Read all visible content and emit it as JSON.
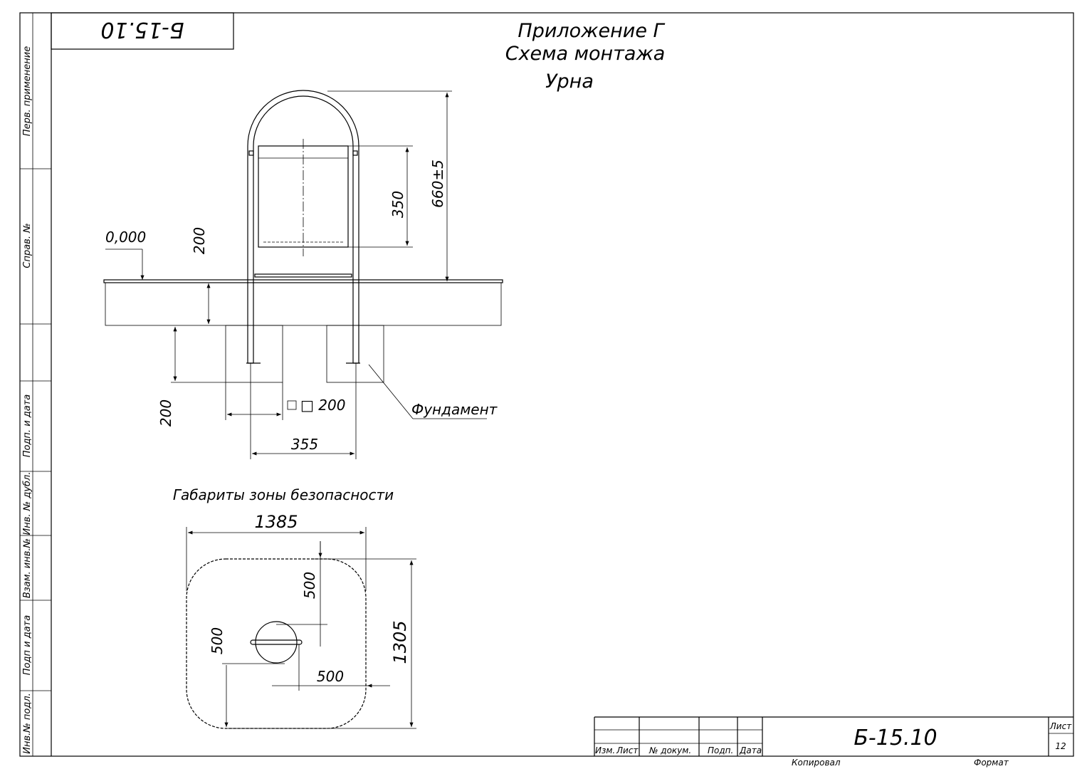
{
  "drawing": {
    "stamp_code": "Б-15.10",
    "title_lines": [
      "Приложение Г",
      "Схема монтажа",
      "Урна"
    ]
  },
  "side_labels": [
    "Перв. применение",
    "Справ. №",
    "Подп. и дата",
    "Инв. № дубл.",
    "Взам. инв.№",
    "Подп и дата",
    "Инв.№ подл."
  ],
  "elevation": {
    "level_label": "0,000",
    "dim_bin_height": "350",
    "dim_total_height": "660±5",
    "dim_above_ground": "200",
    "dim_depth": "200",
    "dim_foundation": "□ 200",
    "dim_post_spacing": "355",
    "foundation_label": "Фундамент"
  },
  "safety_zone": {
    "title": "Габариты зоны безопасности",
    "dim_width": "1385",
    "dim_height": "1305",
    "dim_top": "500",
    "dim_left": "500",
    "dim_right": "500"
  },
  "title_block": {
    "headers": [
      "Изм.",
      "Лист",
      "№ докум.",
      "Подп.",
      "Дата"
    ],
    "code": "Б-15.10",
    "sheet_label": "Лист",
    "sheet_number": "12",
    "copied_label": "Копировал",
    "format_label": "Формат"
  }
}
